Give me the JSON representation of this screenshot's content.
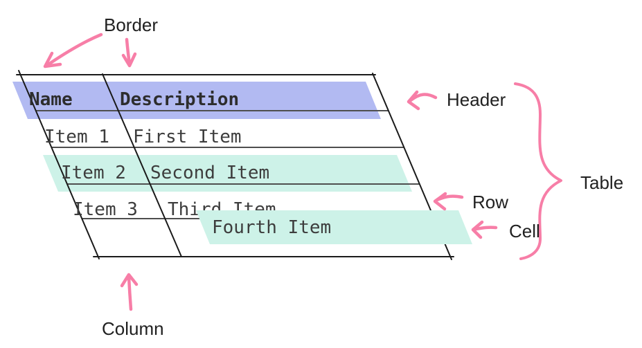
{
  "labels": {
    "border": "Border",
    "header": "Header",
    "table": "Table",
    "row": "Row",
    "cell": "Cell",
    "column": "Column"
  },
  "table": {
    "headers": [
      "Name",
      "Description"
    ],
    "rows": [
      {
        "name": "Item 1",
        "description": "First Item"
      },
      {
        "name": "Item 2",
        "description": "Second Item"
      },
      {
        "name": "Item 3",
        "description": "Third Item"
      },
      {
        "name": "",
        "description": "Fourth Item"
      }
    ]
  },
  "colors": {
    "header_highlight": "#b2baf2",
    "row_highlight": "#cdf2e8",
    "cell_highlight": "#cdf2e8",
    "annotation_pink": "#f77ea7",
    "outer_border": "#1a1a1a",
    "inner_line": "#4e4e4e"
  }
}
